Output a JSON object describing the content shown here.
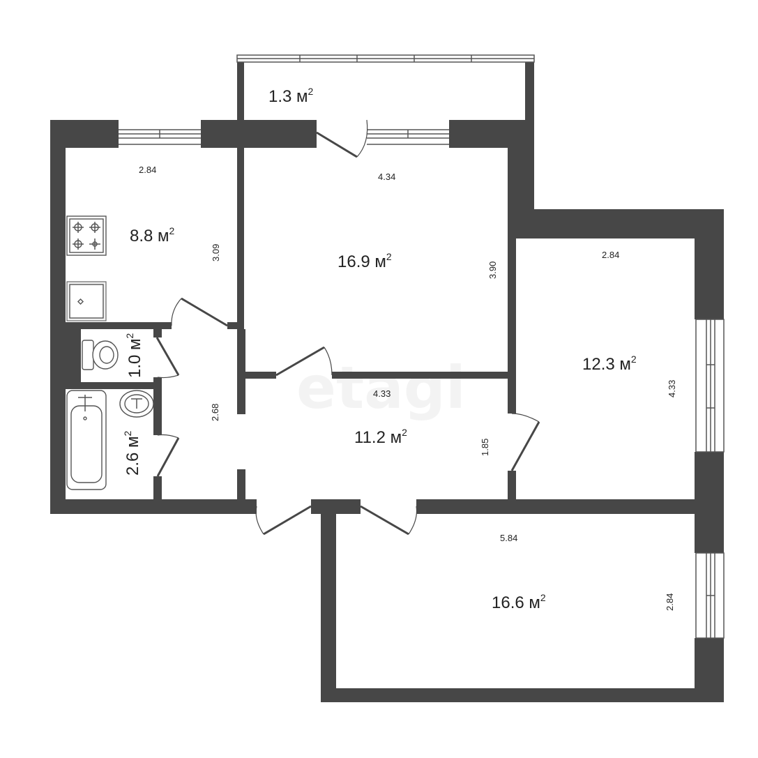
{
  "rooms": [
    {
      "id": "balcony",
      "area": "1.3",
      "unit": "м",
      "exp": "2"
    },
    {
      "id": "kitchen",
      "area": "8.8",
      "unit": "м",
      "exp": "2"
    },
    {
      "id": "living-room",
      "area": "16.9",
      "unit": "м",
      "exp": "2"
    },
    {
      "id": "bedroom-east",
      "area": "12.3",
      "unit": "м",
      "exp": "2"
    },
    {
      "id": "hallway",
      "area": "11.2",
      "unit": "м",
      "exp": "2"
    },
    {
      "id": "bedroom-south",
      "area": "16.6",
      "unit": "м",
      "exp": "2"
    },
    {
      "id": "toilet",
      "area": "1.0",
      "unit": "м",
      "exp": "2"
    },
    {
      "id": "bathroom",
      "area": "2.6",
      "unit": "м",
      "exp": "2"
    }
  ],
  "dimensions": {
    "kitchen_width": "2.84",
    "kitchen_depth": "3.09",
    "living_width": "4.34",
    "living_depth": "3.90",
    "bedroom_east_width": "2.84",
    "bedroom_east_depth": "4.33",
    "hall_width": "4.33",
    "hall_depth": "1.85",
    "corridor_length": "2.68",
    "bedroom_south_width": "5.84",
    "bedroom_south_depth": "2.84"
  },
  "watermark": "etagi",
  "colors": {
    "wall": "#474747",
    "background": "#ffffff"
  }
}
